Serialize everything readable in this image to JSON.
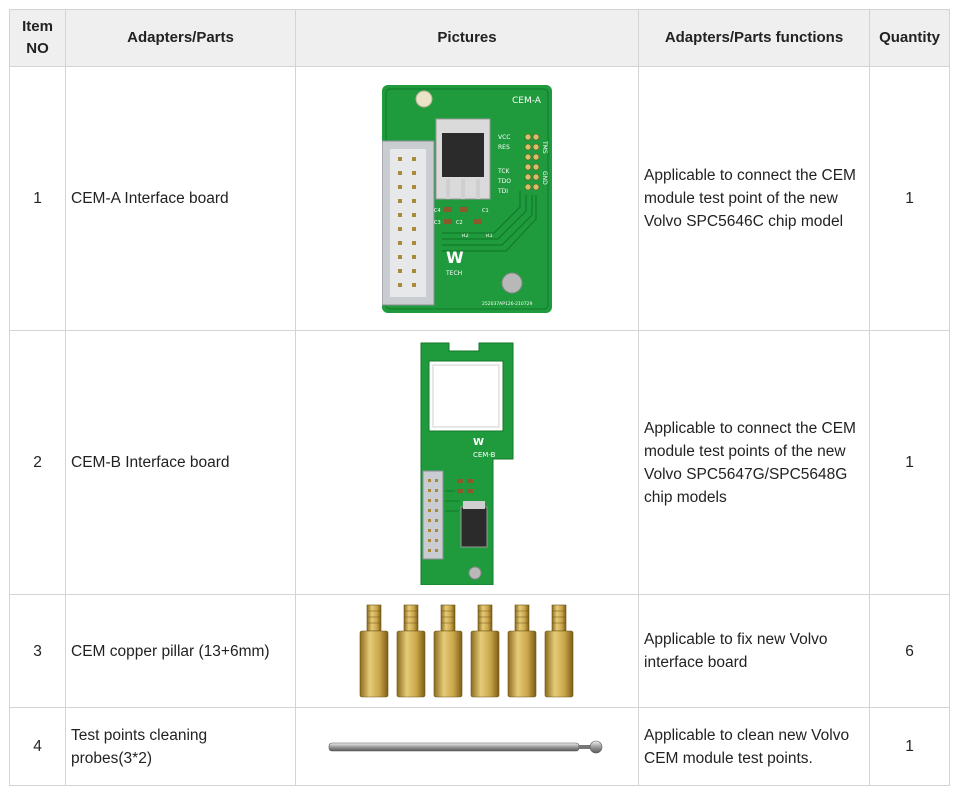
{
  "table": {
    "headers": [
      "Item NO",
      "Adapters/Parts",
      "Pictures",
      "Adapters/Parts functions",
      "Quantity"
    ],
    "rows": [
      {
        "no": "1",
        "part": "CEM-A Interface board",
        "function": "Applicable to connect the CEM module test point of the new Volvo SPC5646C chip model",
        "qty": "1",
        "picture_icon": "cem-a-board-icon"
      },
      {
        "no": "2",
        "part": "CEM-B Interface board",
        "function": "Applicable to connect the CEM module test points of the new Volvo SPC5647G/SPC5648G chip models",
        "qty": "1",
        "picture_icon": "cem-b-board-icon"
      },
      {
        "no": "3",
        "part": "CEM copper pillar (13+6mm)",
        "function": "Applicable to fix new Volvo interface board",
        "qty": "6",
        "picture_icon": "copper-pillar-icon"
      },
      {
        "no": "4",
        "part": "Test points cleaning probes(3*2)",
        "function": "Applicable to clean new Volvo CEM module test points.",
        "qty": "1",
        "picture_icon": "cleaning-probe-icon"
      }
    ]
  },
  "pictures": {
    "cem_a": {
      "board_label": "CEM-A",
      "pin_labels": [
        "VCC",
        "RES",
        "TCK",
        "TDO",
        "TDI"
      ],
      "side_labels": [
        "TMS",
        "GND"
      ],
      "component_labels": [
        "C4",
        "C3",
        "C1",
        "C2",
        "R2",
        "R1"
      ],
      "serial": "252037AP126-210729",
      "logo_text": "TECH"
    },
    "cem_b": {
      "board_label": "CEM-B"
    }
  },
  "colors": {
    "header_bg": "#efefef",
    "border": "#d4d4d4",
    "pcb_green": "#1f9a3c",
    "brass": "#c9a54a"
  }
}
